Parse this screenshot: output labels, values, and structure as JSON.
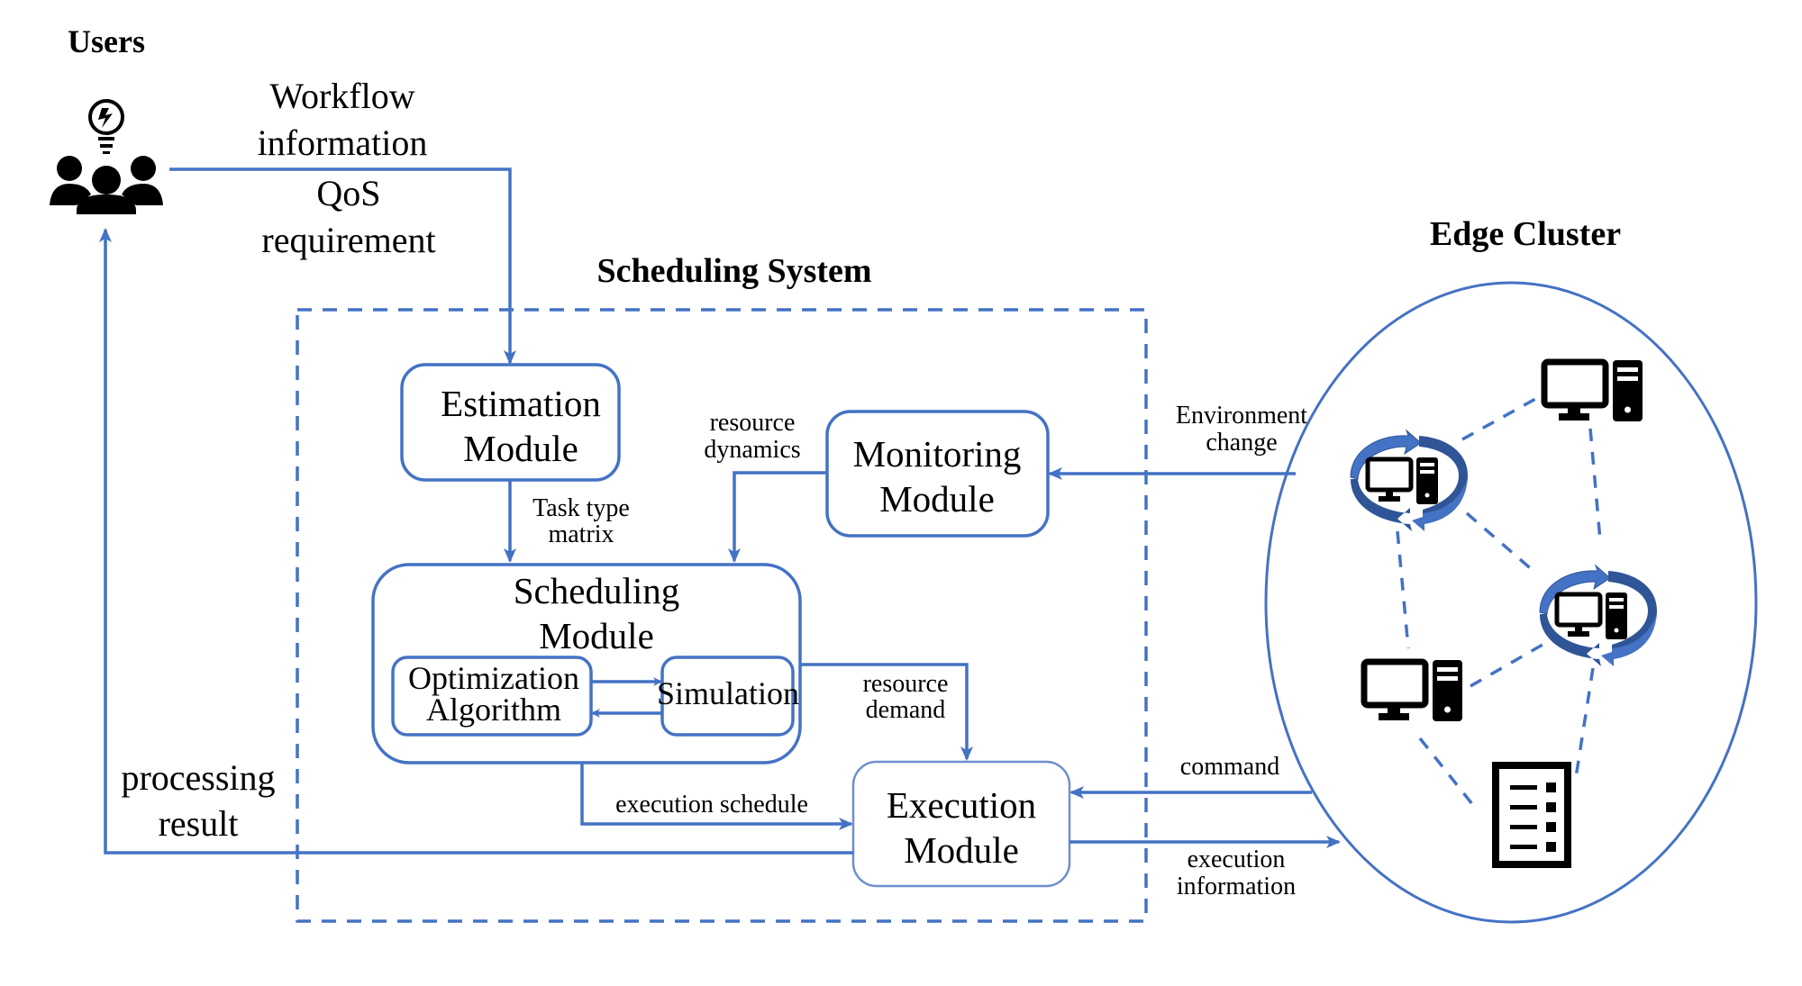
{
  "title_labels": {
    "users": "Users",
    "scheduling_system": "Scheduling System",
    "edge_cluster": "Edge Cluster"
  },
  "modules": {
    "estimation": [
      "Estimation",
      "Module"
    ],
    "monitoring": [
      "Monitoring",
      "Module"
    ],
    "scheduling": [
      "Scheduling",
      "Module"
    ],
    "optimization": [
      "Optimization",
      "Algorithm"
    ],
    "simulation": "Simulation",
    "execution": [
      "Execution",
      "Module"
    ]
  },
  "edge_labels": {
    "workflow_info": [
      "Workflow",
      "information"
    ],
    "qos": [
      "QoS",
      "requirement"
    ],
    "task_type_matrix": [
      "Task type",
      "matrix"
    ],
    "resource_dynamics": [
      "resource",
      "dynamics"
    ],
    "environment_change": [
      "Environment",
      "change"
    ],
    "resource_demand": [
      "resource",
      "demand"
    ],
    "execution_schedule": "execution schedule",
    "command": "command",
    "execution_information": [
      "execution",
      "information"
    ],
    "processing_result": [
      "processing",
      "result"
    ]
  },
  "icons": {
    "users": "users-group-lightbulb-icon",
    "computer": "desktop-computer-icon",
    "sync_computer": "computer-sync-icon",
    "document": "checklist-document-icon"
  },
  "colors": {
    "accent": "#4472C4",
    "icon": "#000000"
  }
}
